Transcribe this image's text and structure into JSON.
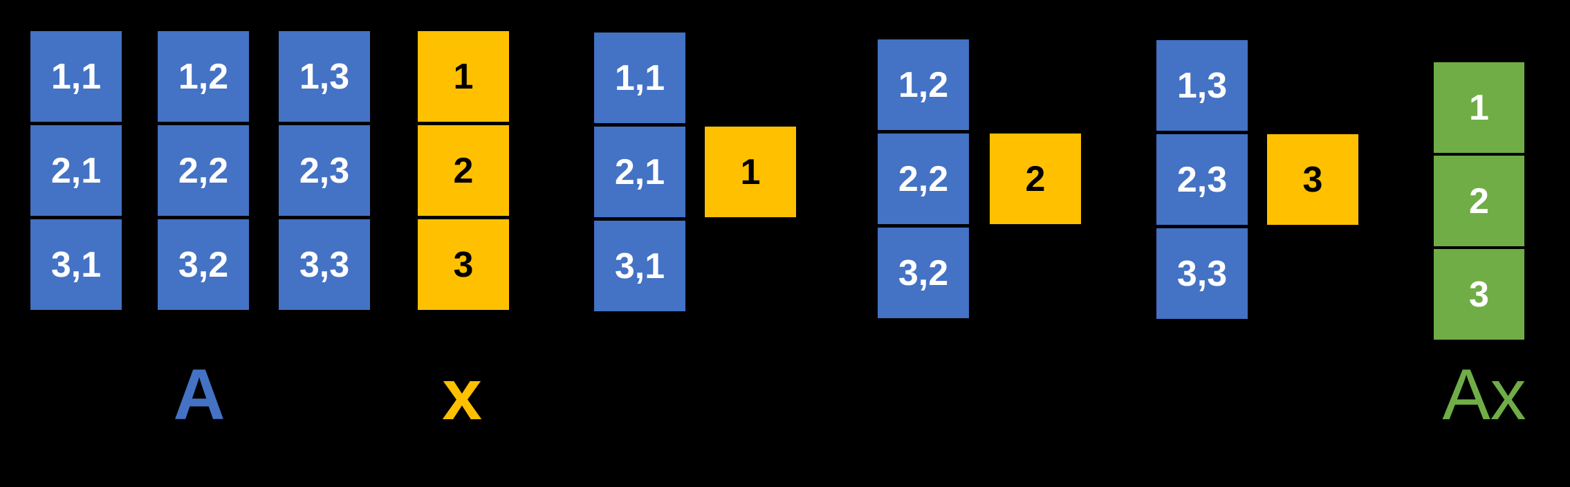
{
  "colors": {
    "background": "#000000",
    "matrix_blue": "#4472C4",
    "vector_gold": "#FFC000",
    "result_green": "#70AD47"
  },
  "matrix_a": {
    "label": "A",
    "columns": [
      {
        "cells": [
          "1,1",
          "2,1",
          "3,1"
        ]
      },
      {
        "cells": [
          "1,2",
          "2,2",
          "3,2"
        ]
      },
      {
        "cells": [
          "1,3",
          "2,3",
          "3,3"
        ]
      }
    ]
  },
  "x_vector": {
    "label": "x",
    "cells": [
      "1",
      "2",
      "3"
    ]
  },
  "products": [
    {
      "column_cells": [
        "1,1",
        "2,1",
        "3,1"
      ],
      "scalar": "1"
    },
    {
      "column_cells": [
        "1,2",
        "2,2",
        "3,2"
      ],
      "scalar": "2"
    },
    {
      "column_cells": [
        "1,3",
        "2,3",
        "3,3"
      ],
      "scalar": "3"
    }
  ],
  "result": {
    "label": "Ax",
    "cells": [
      "1",
      "2",
      "3"
    ]
  }
}
